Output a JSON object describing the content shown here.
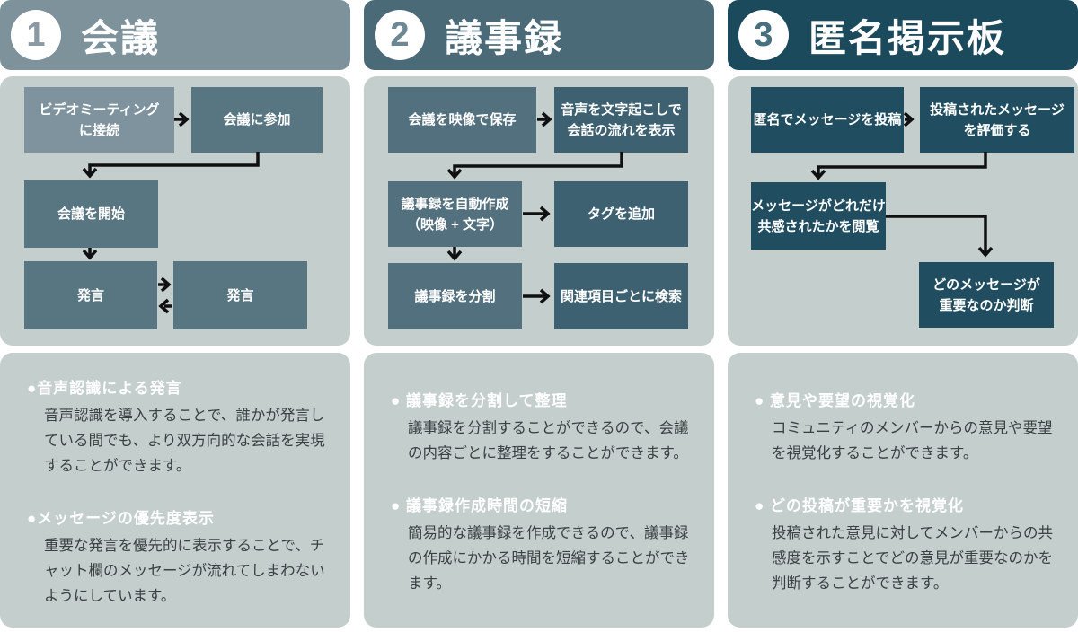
{
  "palette": {
    "page_bg": "#FFFFFF",
    "panel_bg": "#C4CECD",
    "arrow": "#101010",
    "heading_text": "#FFFFFF",
    "body_text": "#3A4043",
    "header_bg": [
      "#7E929C",
      "#4B6A77",
      "#1C4A5D"
    ],
    "box_light": [
      "#7E939E",
      "#52707D",
      "#204D5F"
    ],
    "box_dark": [
      "#587682",
      "#3D6170",
      "#204D5F"
    ]
  },
  "columns": [
    {
      "header": {
        "number": "1",
        "title": "会議"
      },
      "flow": {
        "boxes": [
          {
            "label": "ビデオミーティング\nに接続"
          },
          {
            "label": "会議に参加"
          },
          {
            "label": "会議を開始"
          },
          {
            "label": "発言"
          },
          {
            "label": "発言"
          }
        ],
        "edges": [
          "ビデオミーティングに接続 → 会議に参加",
          "会議に参加 → 会議を開始",
          "会議を開始 → 発言",
          "発言 ⇄ 発言"
        ]
      },
      "notes": [
        {
          "heading": "●音声認識による発言",
          "body": "音声認識を導入することで、誰かが発言している間でも、より双方向的な会話を実現することができます。"
        },
        {
          "heading": "●メッセージの優先度表示",
          "body": "重要な発言を優先的に表示することで、チャット欄のメッセージが流れてしまわないようにしています。"
        }
      ]
    },
    {
      "header": {
        "number": "2",
        "title": "議事録"
      },
      "flow": {
        "boxes": [
          {
            "label": "会議を映像で保存"
          },
          {
            "label": "音声を文字起こしで\n会話の流れを表示"
          },
          {
            "label": "議事録を自動作成\n（映像 + 文字）"
          },
          {
            "label": "タグを追加"
          },
          {
            "label": "議事録を分割"
          },
          {
            "label": "関連項目ごとに検索"
          }
        ],
        "edges": [
          "会議を映像で保存 → 音声を文字起こしで会話の流れを表示",
          "音声を文字起こしで会話の流れを表示 → 議事録を自動作成（映像 + 文字）",
          "議事録を自動作成（映像 + 文字） → タグを追加",
          "議事録を自動作成（映像 + 文字） → 議事録を分割",
          "議事録を分割 → 関連項目ごとに検索"
        ]
      },
      "notes": [
        {
          "heading": "● 議事録を分割して整理",
          "body": "議事録を分割することができるので、会議の内容ごとに整理をすることができます。"
        },
        {
          "heading": "● 議事録作成時間の短縮",
          "body": "簡易的な議事録を作成できるので、議事録の作成にかかる時間を短縮することができます。"
        }
      ]
    },
    {
      "header": {
        "number": "3",
        "title": "匿名掲示板"
      },
      "flow": {
        "boxes": [
          {
            "label": "匿名でメッセージを投稿"
          },
          {
            "label": "投稿されたメッセージ\nを評価する"
          },
          {
            "label": "メッセージがどれだけ\n共感されたかを閲覧"
          },
          {
            "label": "どのメッセージが\n重要なのか判断"
          }
        ],
        "edges": [
          "匿名でメッセージを投稿 → 投稿されたメッセージを評価する",
          "投稿されたメッセージを評価する → メッセージがどれだけ共感されたかを閲覧",
          "メッセージがどれだけ共感されたかを閲覧 → どのメッセージが重要なのか判断"
        ]
      },
      "notes": [
        {
          "heading": "● 意見や要望の視覚化",
          "body": "コミュニティのメンバーからの意見や要望を視覚化することができます。"
        },
        {
          "heading": "● どの投稿が重要かを視覚化",
          "body": "投稿された意見に対してメンバーからの共感度を示すことでどの意見が重要なのかを判断することができます。"
        }
      ]
    }
  ]
}
